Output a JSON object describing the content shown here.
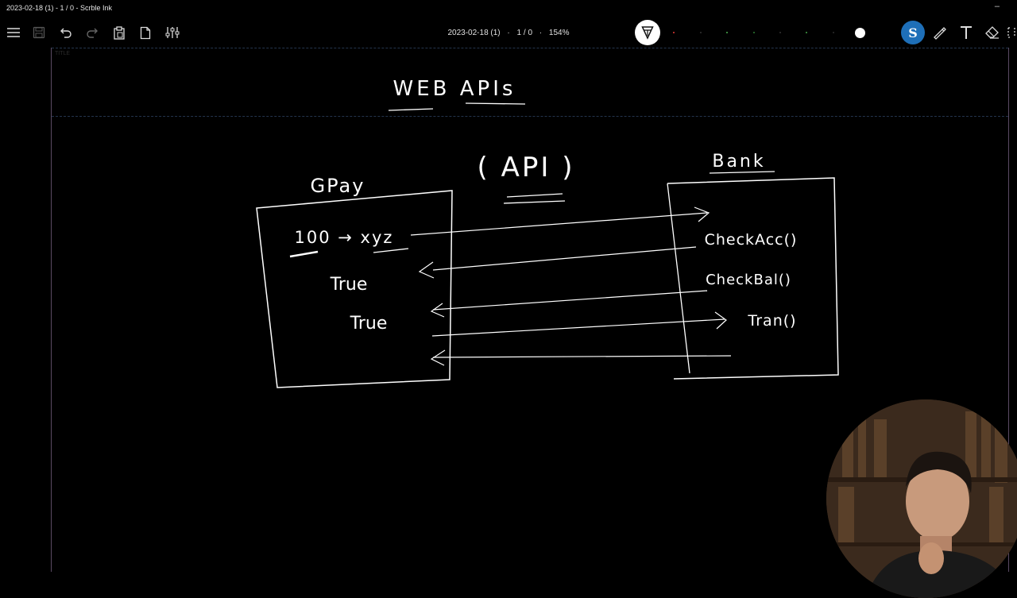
{
  "window": {
    "title": "2023-02-18 (1) - 1 / 0 - Scrble Ink",
    "minimize": "–"
  },
  "toolbar": {
    "doc_name": "2023-02-18 (1)",
    "page": "1 / 0",
    "zoom": "154%",
    "separator": "·",
    "scribble_label": "S",
    "colors": [
      "#e53935",
      "#333333",
      "#4caf50",
      "#2e7d32",
      "#43a047",
      "#1b5e20",
      "#2c2c2c"
    ]
  },
  "canvas": {
    "title_zone_label": "TITLE",
    "heading": "WEB  APIs",
    "api_label": "( API )",
    "gpay_label": "GPay",
    "bank_label": "Bank",
    "amount_line": "100 → xyz",
    "true_1": "True",
    "true_2": "True",
    "check_acc": "CheckAcc()",
    "check_bal": "CheckBal()",
    "tran": "Tran()"
  }
}
